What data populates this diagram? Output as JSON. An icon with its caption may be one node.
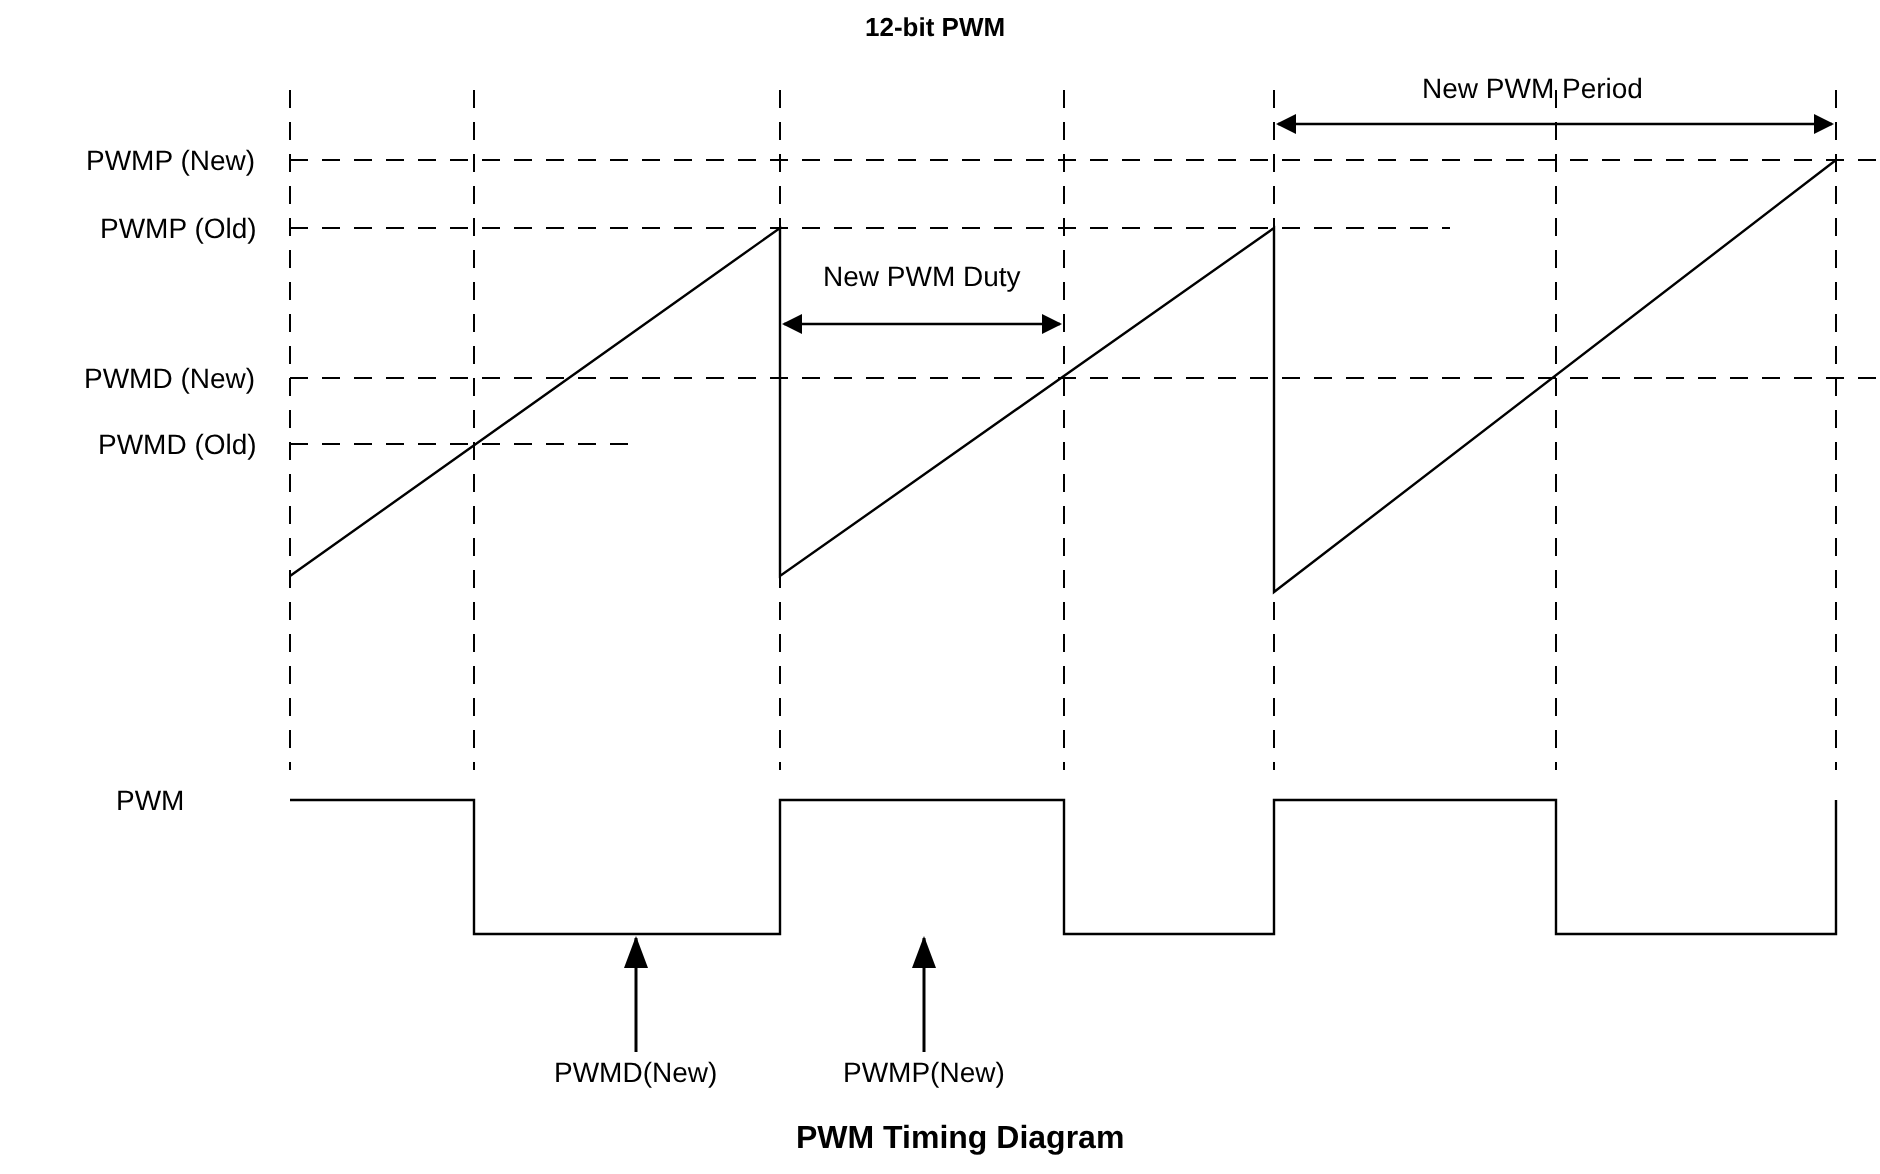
{
  "diagram": {
    "title": "12-bit PWM",
    "caption": "PWM Timing Diagram",
    "nodes": [
      {
        "text": [
          "PWMD(New)"
        ]
      },
      {
        "text": [
          "PWMP(New)"
        ]
      },
      {
        "text": [],
        "shape": "picture"
      }
    ],
    "edges": [
      {
        "from": 0,
        "to": 2,
        "arrow": "to"
      },
      {
        "from": 1,
        "to": 2,
        "arrow": "to"
      }
    ],
    "labels": [
      "New PWM Period",
      "PWMP (New)",
      "PWMP (Old)",
      "New PWM Duty",
      "PWMD (New)",
      "PWMD (Old)",
      "PWM"
    ]
  }
}
